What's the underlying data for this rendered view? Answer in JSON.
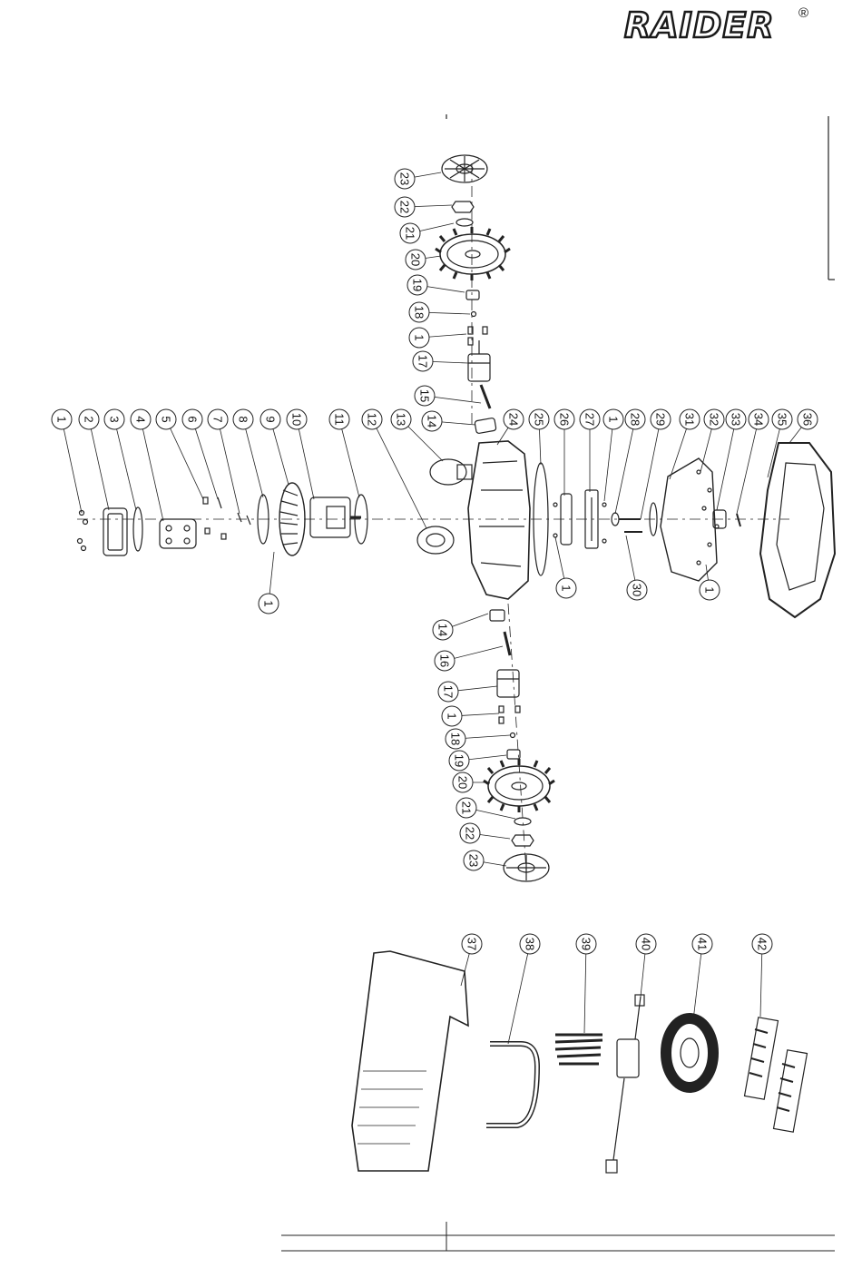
{
  "brand": {
    "name": "RAIDER",
    "mark": "®"
  },
  "callouts": {
    "top": [
      "23",
      "22",
      "21",
      "20",
      "19",
      "18",
      "1",
      "17",
      "15",
      "14"
    ],
    "left": [
      "1",
      "2",
      "3",
      "4",
      "5",
      "6",
      "7",
      "8",
      "9",
      "10",
      "11",
      "12",
      "13"
    ],
    "right": [
      "24",
      "25",
      "26",
      "27",
      "1",
      "28",
      "29",
      "31",
      "32",
      "33",
      "34",
      "35",
      "36"
    ],
    "lowerright": [
      "1",
      "30",
      "1"
    ],
    "lowerleft": [
      "1"
    ],
    "bottom": [
      "14",
      "16",
      "17",
      "1",
      "18",
      "19",
      "20",
      "21",
      "22",
      "23"
    ],
    "accessories": [
      "37",
      "38",
      "39",
      "40",
      "41",
      "42"
    ]
  }
}
